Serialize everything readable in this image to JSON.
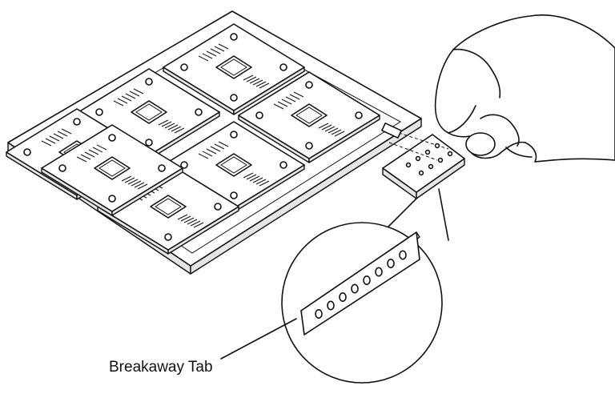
{
  "callout": {
    "label": "Breakaway Tab"
  },
  "figure": {
    "panel_modules": 7,
    "tab_holes": 8
  },
  "colors": {
    "line": "#111111",
    "background": "#ffffff",
    "edge_shade": "#e6e6e6"
  }
}
